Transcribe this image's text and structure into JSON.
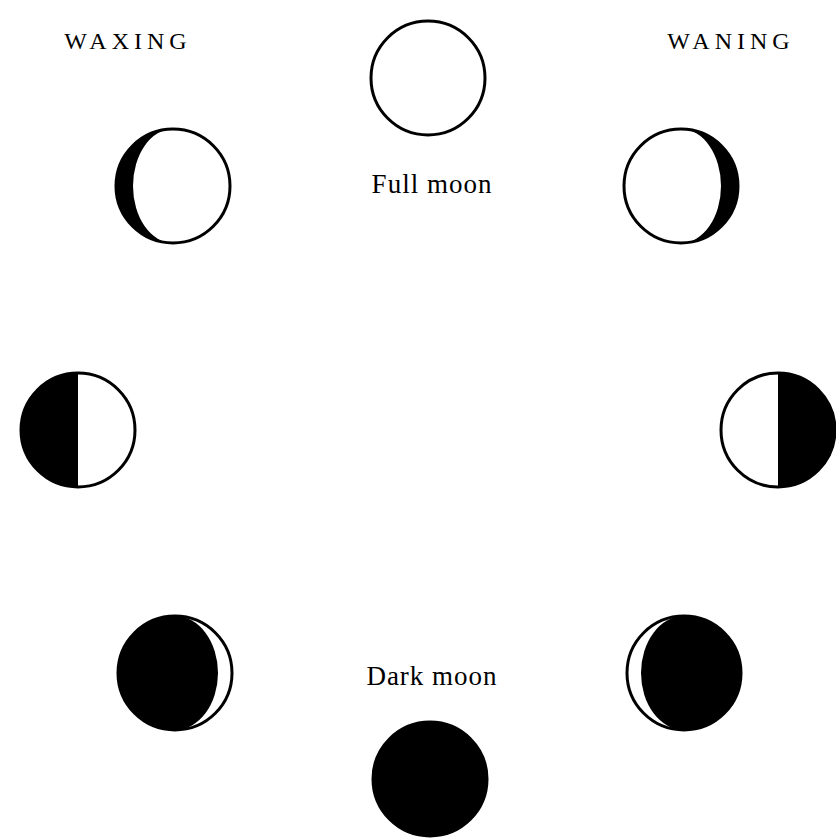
{
  "diagram": {
    "labels": [
      "WAXING",
      "WANING",
      "Full moon",
      "Dark moon"
    ]
  }
}
